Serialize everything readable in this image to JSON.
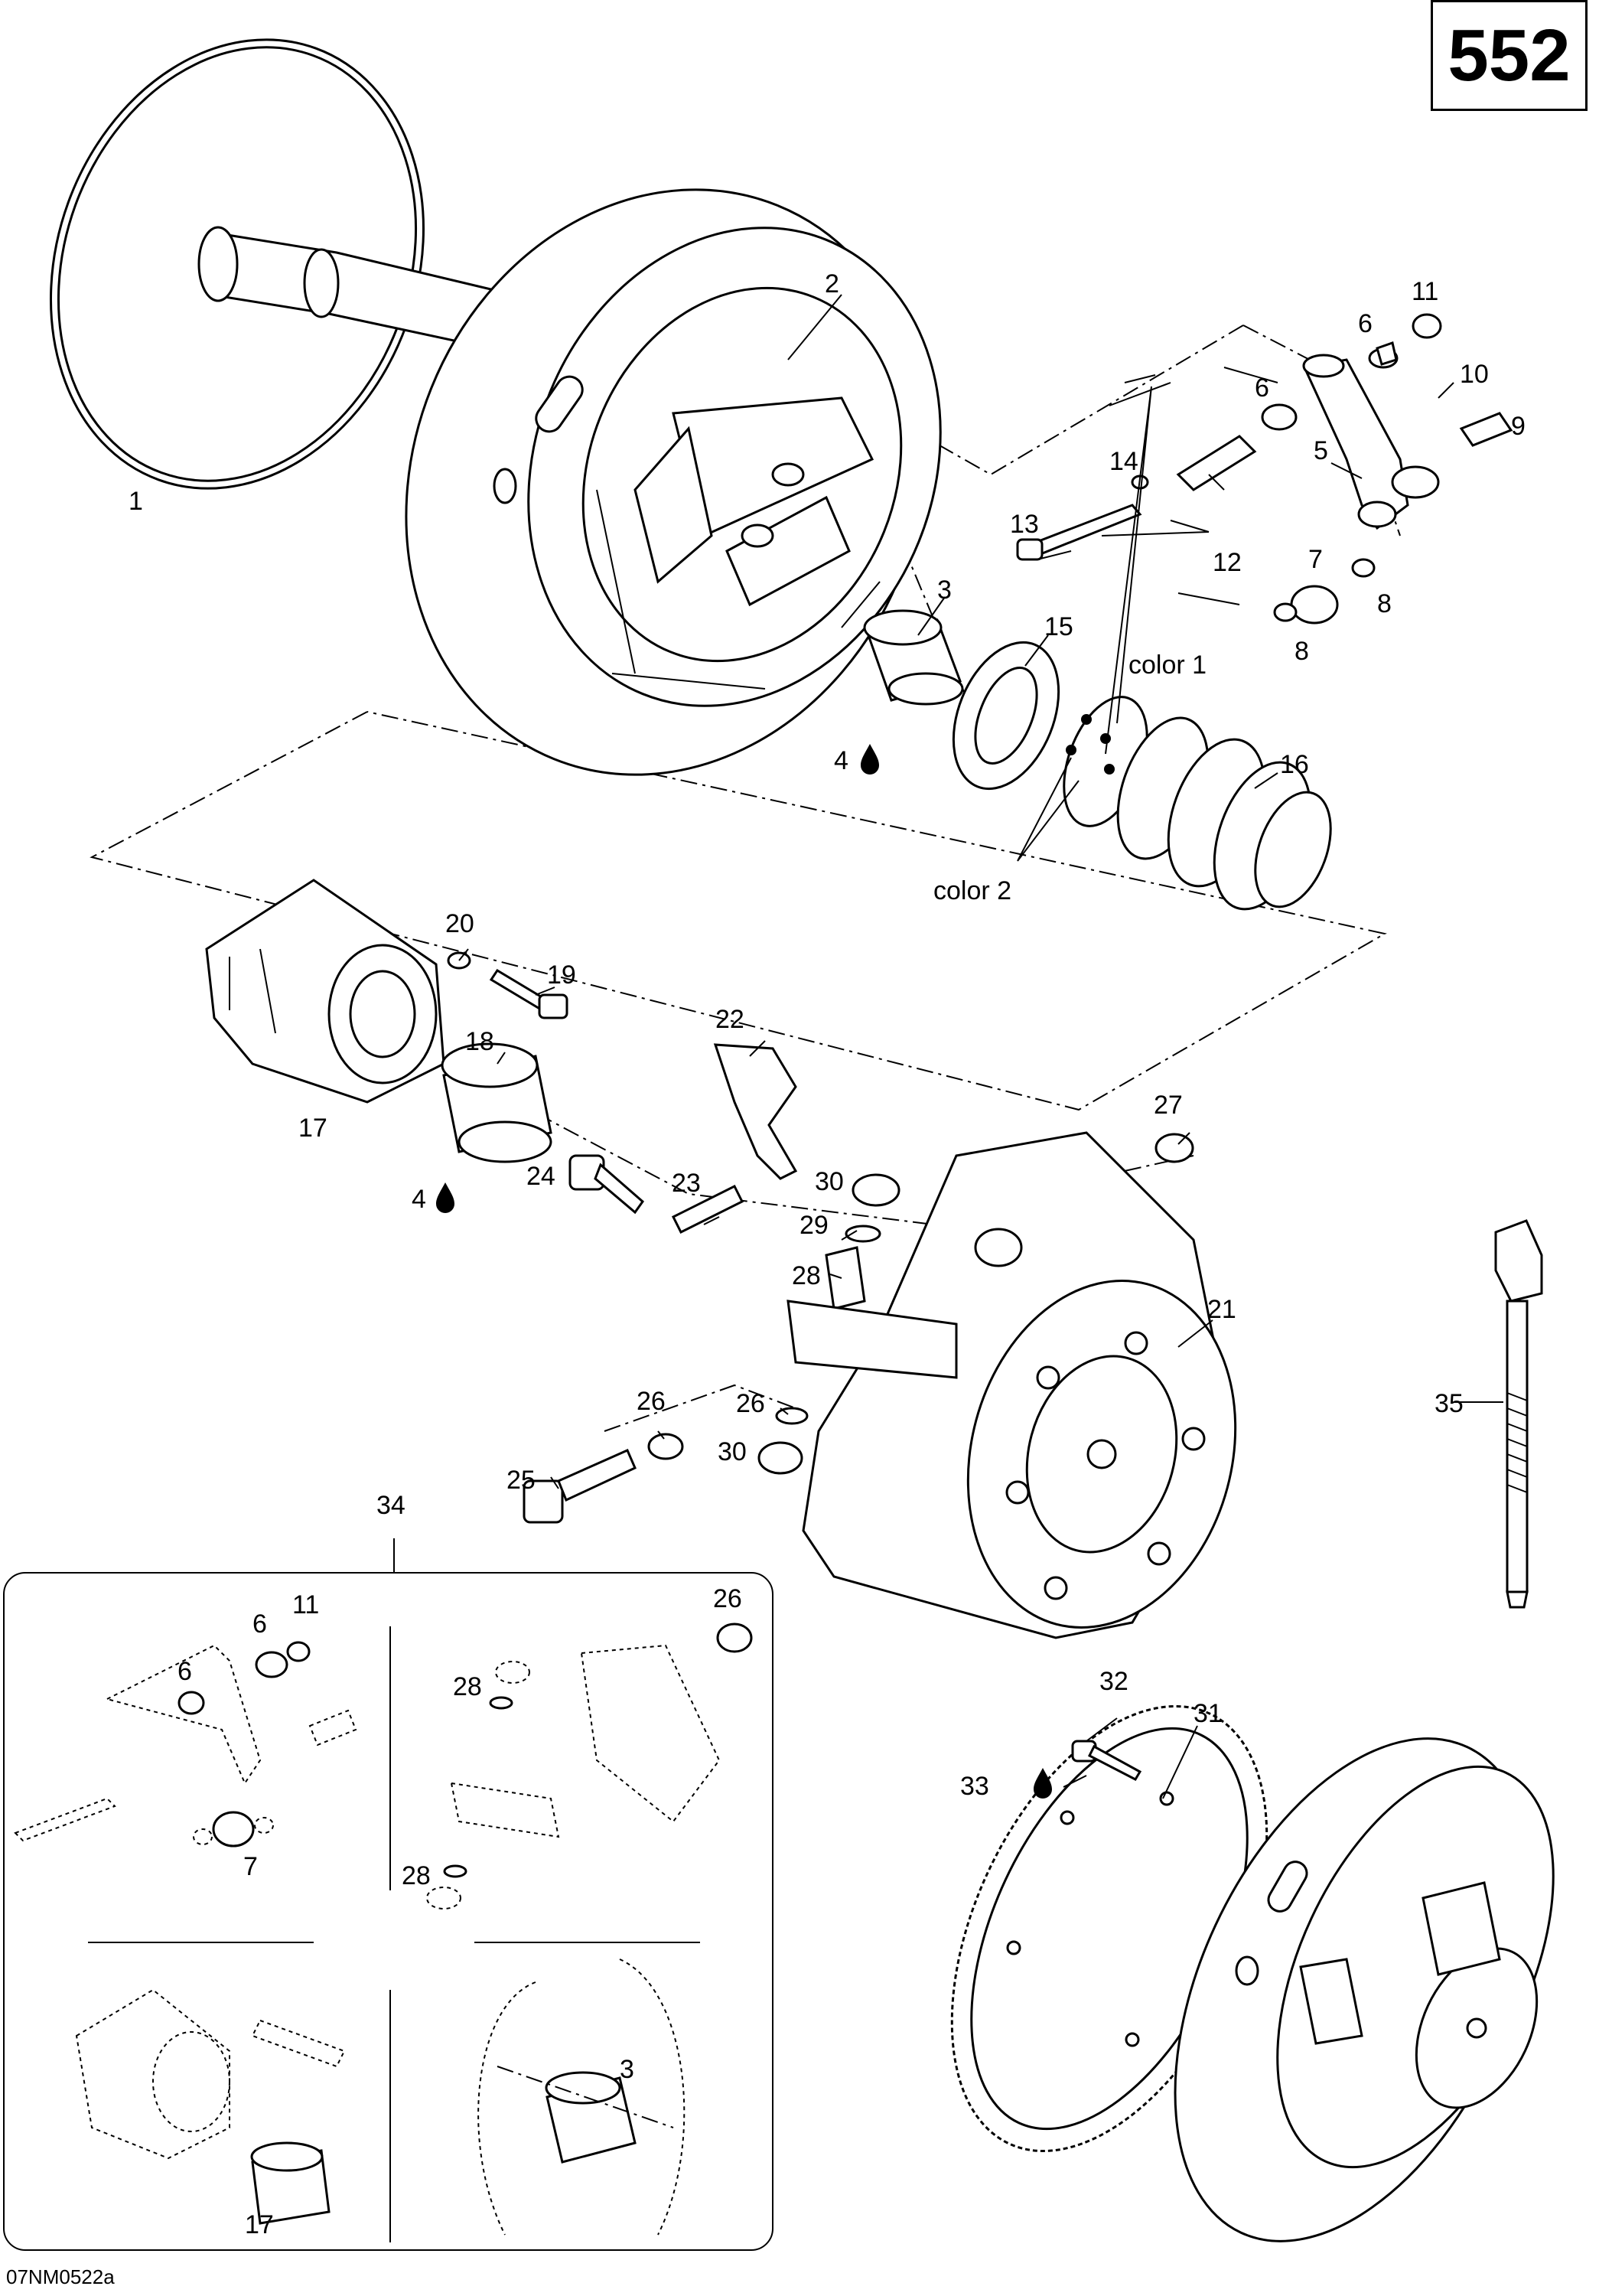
{
  "page_number": "552",
  "drawing_code": "07NM0522a",
  "callouts": [
    {
      "id": "c1",
      "text": "1"
    },
    {
      "id": "c2",
      "text": "2"
    },
    {
      "id": "c3",
      "text": "3"
    },
    {
      "id": "c4a",
      "text": "4"
    },
    {
      "id": "c4b",
      "text": "4"
    },
    {
      "id": "c5",
      "text": "5"
    },
    {
      "id": "c6a",
      "text": "6"
    },
    {
      "id": "c6b",
      "text": "6"
    },
    {
      "id": "c7",
      "text": "7"
    },
    {
      "id": "c8a",
      "text": "8"
    },
    {
      "id": "c8b",
      "text": "8"
    },
    {
      "id": "c9",
      "text": "9"
    },
    {
      "id": "c10",
      "text": "10"
    },
    {
      "id": "c11",
      "text": "11"
    },
    {
      "id": "c12",
      "text": "12"
    },
    {
      "id": "c13",
      "text": "13"
    },
    {
      "id": "c14",
      "text": "14"
    },
    {
      "id": "c15",
      "text": "15"
    },
    {
      "id": "c16",
      "text": "16"
    },
    {
      "id": "color1",
      "text": "color 1"
    },
    {
      "id": "color2",
      "text": "color 2"
    },
    {
      "id": "c17",
      "text": "17"
    },
    {
      "id": "c18",
      "text": "18"
    },
    {
      "id": "c19",
      "text": "19"
    },
    {
      "id": "c20",
      "text": "20"
    },
    {
      "id": "c21",
      "text": "21"
    },
    {
      "id": "c22",
      "text": "22"
    },
    {
      "id": "c23",
      "text": "23"
    },
    {
      "id": "c24",
      "text": "24"
    },
    {
      "id": "c25",
      "text": "25"
    },
    {
      "id": "c26a",
      "text": "26"
    },
    {
      "id": "c26b",
      "text": "26"
    },
    {
      "id": "c27",
      "text": "27"
    },
    {
      "id": "c28",
      "text": "28"
    },
    {
      "id": "c29",
      "text": "29"
    },
    {
      "id": "c30a",
      "text": "30"
    },
    {
      "id": "c30b",
      "text": "30"
    },
    {
      "id": "c31",
      "text": "31"
    },
    {
      "id": "c32",
      "text": "32"
    },
    {
      "id": "c33",
      "text": "33"
    },
    {
      "id": "c34",
      "text": "34"
    },
    {
      "id": "c35",
      "text": "35"
    },
    {
      "id": "i6a",
      "text": "6"
    },
    {
      "id": "i6b",
      "text": "6"
    },
    {
      "id": "i11",
      "text": "11"
    },
    {
      "id": "i7",
      "text": "7"
    },
    {
      "id": "i26",
      "text": "26"
    },
    {
      "id": "i28a",
      "text": "28"
    },
    {
      "id": "i28b",
      "text": "28"
    },
    {
      "id": "i3",
      "text": "3"
    },
    {
      "id": "i17",
      "text": "17"
    }
  ]
}
